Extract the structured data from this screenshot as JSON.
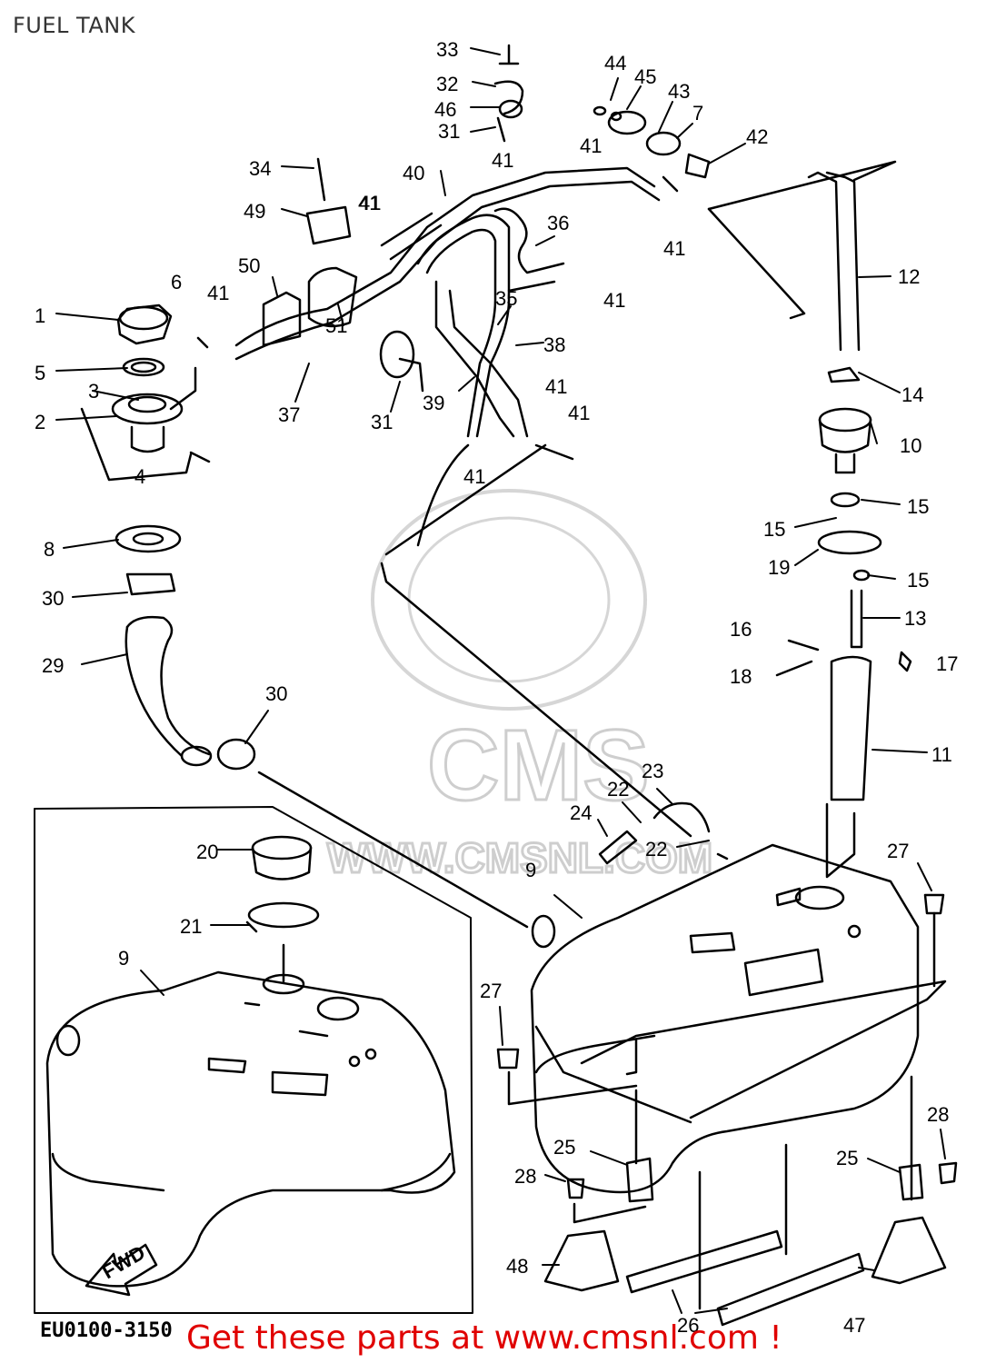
{
  "title": "FUEL TANK",
  "drawing_code": "EU0100-3150",
  "watermark": {
    "brand": "CMS",
    "url": "WWW.CMSNL.COM"
  },
  "fwd_label": "FWD",
  "footer_link": "Get these parts at www.cmsnl.com !",
  "colors": {
    "line": "#000000",
    "footer_link": "#e00000",
    "watermark": "#c9c9c9"
  },
  "labels": [
    "1",
    "2",
    "3",
    "4",
    "5",
    "6",
    "7",
    "8",
    "9",
    "9",
    "10",
    "11",
    "12",
    "13",
    "14",
    "15",
    "15",
    "15",
    "16",
    "17",
    "18",
    "19",
    "20",
    "21",
    "22",
    "22",
    "23",
    "24",
    "25",
    "25",
    "26",
    "27",
    "27",
    "28",
    "28",
    "29",
    "30",
    "30",
    "31",
    "31",
    "32",
    "33",
    "34",
    "35",
    "36",
    "37",
    "38",
    "39",
    "40",
    "41",
    "41",
    "41",
    "41",
    "41",
    "41",
    "41",
    "41",
    "41",
    "41",
    "42",
    "43",
    "44",
    "45",
    "46",
    "47",
    "48",
    "49",
    "50",
    "51"
  ]
}
